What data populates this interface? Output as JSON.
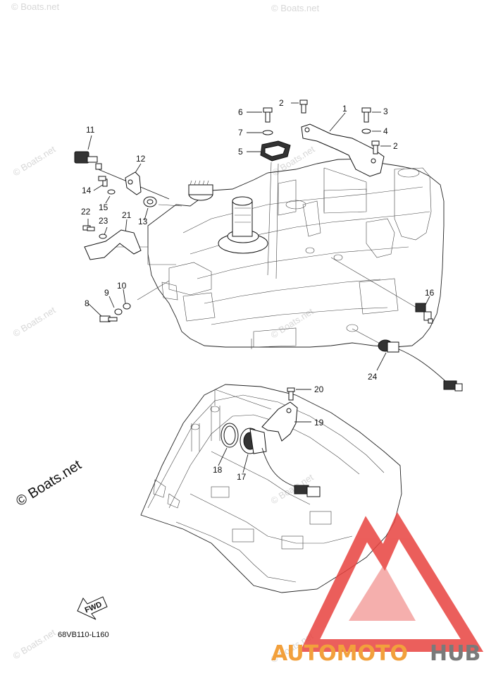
{
  "watermark": {
    "small_text": "© Boats.net",
    "large_text": "© Boats.net"
  },
  "diagram_code": "68VB110-L160",
  "fwd_label": "FWD",
  "brand": {
    "part1": "AUTOMOTO",
    "part2": "HUB",
    "color1": "#f2a03c",
    "color2": "#7a7a7a",
    "logo_color": "#e8433f"
  },
  "callouts": [
    "1",
    "2",
    "3",
    "4",
    "2",
    "5",
    "6",
    "7",
    "8",
    "9",
    "10",
    "11",
    "12",
    "13",
    "14",
    "15",
    "16",
    "17",
    "18",
    "19",
    "20",
    "21",
    "22",
    "23",
    "24"
  ]
}
